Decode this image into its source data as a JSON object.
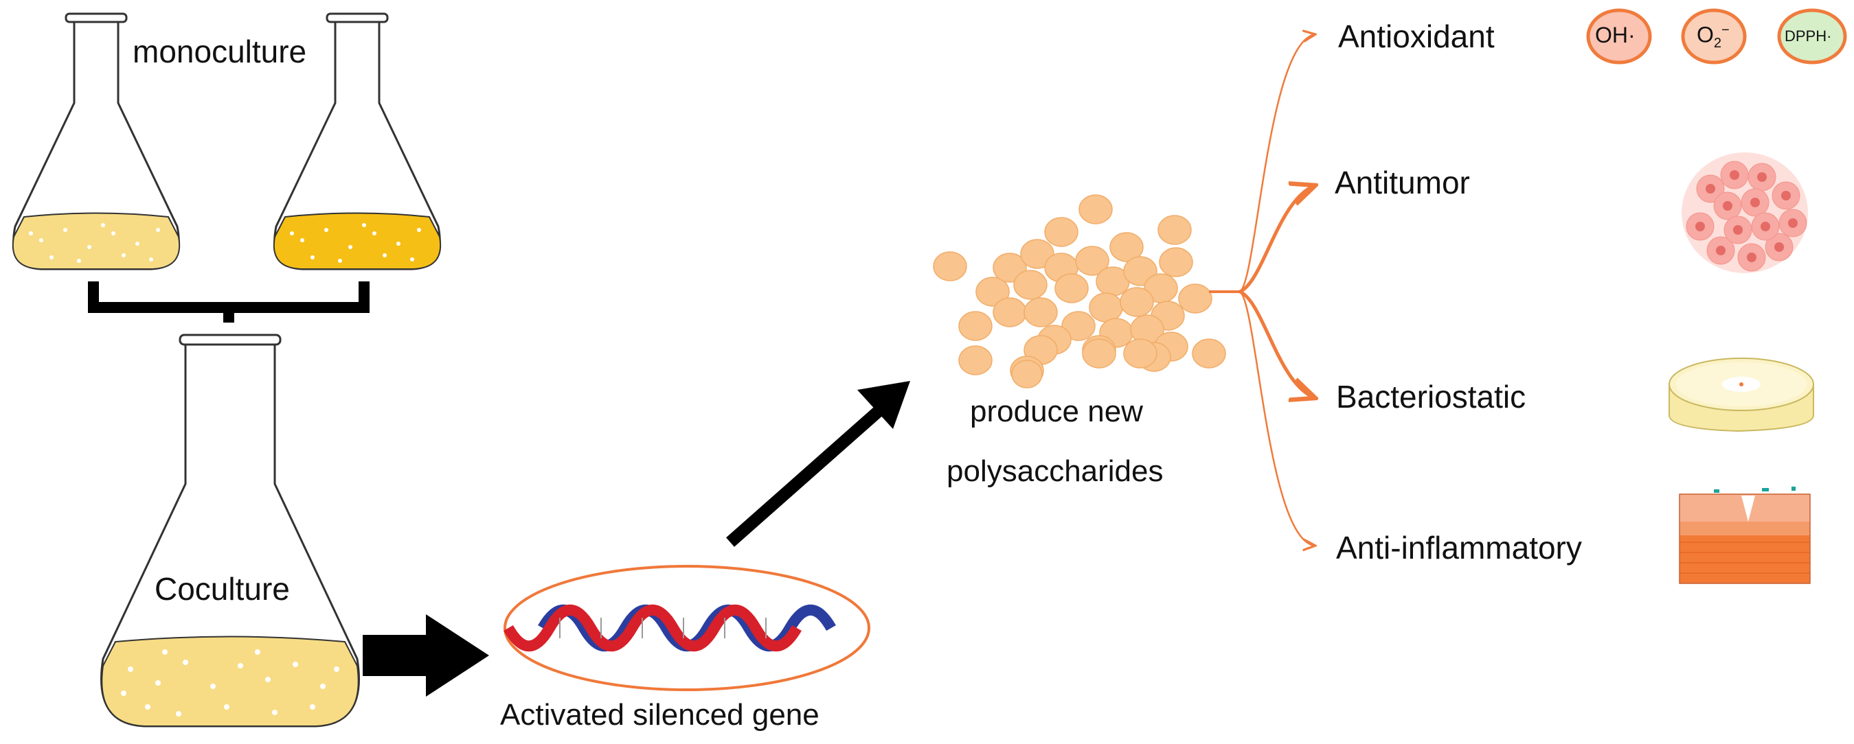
{
  "labels": {
    "monoculture": "monoculture",
    "coculture": "Coculture",
    "activated_gene": "Activated silenced gene",
    "produce_line1": "produce new",
    "produce_line2": "polysaccharides"
  },
  "activities": [
    {
      "label": "Antioxidant",
      "icon": "radical-species-icon"
    },
    {
      "label": "Antitumor",
      "icon": "tumor-cell-cluster-icon"
    },
    {
      "label": "Bacteriostatic",
      "icon": "petri-dish-icon"
    },
    {
      "label": "Anti-inflammatory",
      "icon": "skin-tissue-icon"
    }
  ],
  "radicals": {
    "oh": "OH·",
    "o2": "O",
    "o2_sub": "2",
    "o2_sup": "−",
    "dpph": "DPPH·"
  },
  "colors": {
    "flask_outline": "#333333",
    "medium_pale": "#f7dc85",
    "medium_gold": "#f6bf16",
    "arrow_black": "#000000",
    "dna_red": "#d7202a",
    "dna_blue": "#2a3ea0",
    "ellipse_orange": "#f0783a",
    "polysaccharide": "#f9c48d",
    "branch_orange": "#f07b3c"
  }
}
